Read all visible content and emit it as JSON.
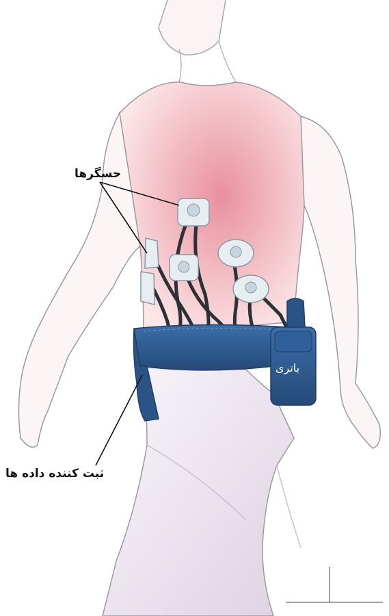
{
  "labels": {
    "sensors": "حسگرها",
    "battery": "باتری",
    "recorder": "ثبت کننده داده ها"
  },
  "colors": {
    "skin": "#f5c2c6",
    "skin_shadow": "#e48f9c",
    "belt": "#2f5f94",
    "belt_dark": "#1f3f66",
    "pants": "#efe8f1",
    "sensor_pad": "#e6eef2",
    "wire": "#2c3136",
    "outline": "#9a9aa0"
  },
  "icons": [
    "sensor-pad-icon",
    "battery-pouch-icon",
    "logo-mark-icon"
  ]
}
